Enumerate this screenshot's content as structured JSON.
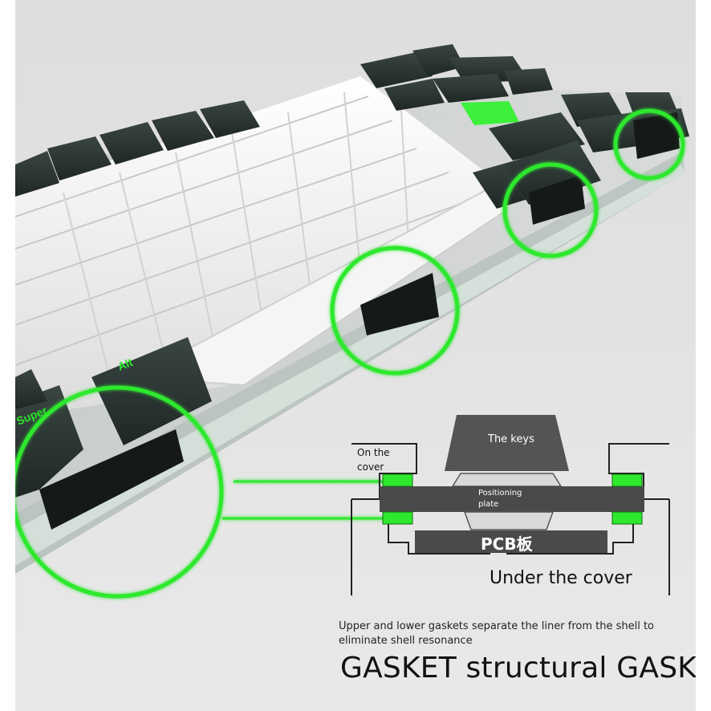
{
  "diagram": {
    "keys_label": "The keys",
    "cover_label": "On the cover",
    "plate_label": "Positioning plate",
    "pcb_label": "PCB板",
    "under_label": "Under the cover"
  },
  "keycaps": {
    "alt": "Alt",
    "super": "Super"
  },
  "caption": "Upper and lower gaskets separate the liner from the shell to eliminate shell resonance",
  "title": "GASKET structural GASKET",
  "colors": {
    "accent_green": "#2ee82e",
    "key_white": "#f4f4f4",
    "key_dark": "#2b3533",
    "background": "#e3e3e3"
  }
}
